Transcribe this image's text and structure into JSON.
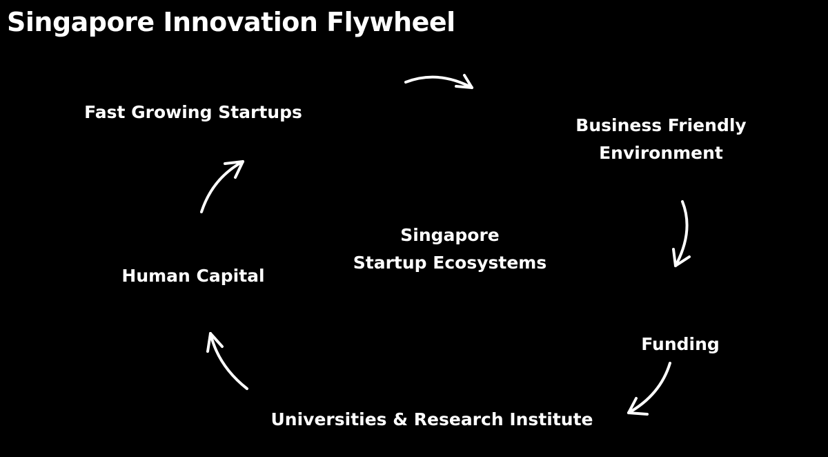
{
  "title": "Singapore Innovation Flywheel",
  "colors": {
    "background": "#000000",
    "text": "#ffffff",
    "arrow": "#ffffff"
  },
  "center": {
    "line1": "Singapore",
    "line2": "Startup Ecosystems"
  },
  "nodes": {
    "fast_growing_startups": "Fast Growing Startups",
    "business_friendly_line1": "Business Friendly",
    "business_friendly_line2": "Environment",
    "funding": "Funding",
    "universities": "Universities & Research Institute",
    "human_capital": "Human Capital"
  }
}
